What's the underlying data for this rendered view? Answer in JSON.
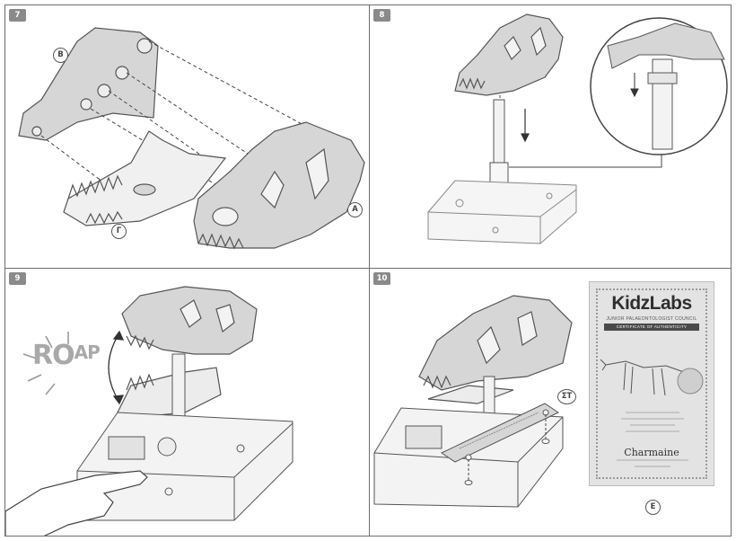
{
  "panels": {
    "p7": {
      "step": "7",
      "callouts": {
        "a": "A",
        "b": "B",
        "g": "Γ"
      }
    },
    "p8": {
      "step": "8"
    },
    "p9": {
      "step": "9",
      "sound": {
        "big": "RO",
        "small": "AP"
      }
    },
    "p10": {
      "step": "10",
      "callouts": {
        "st": "ΣΤ",
        "e": "E"
      },
      "certificate": {
        "brand": "KidzLabs",
        "subtitle": "JUNIOR PALAEONTOLOGIST COUNCIL",
        "banner": "CERTIFICATE OF AUTHENTICITY",
        "name": "Charmaine"
      }
    }
  },
  "colors": {
    "line": "#555555",
    "fill_skull": "#d6d6d6",
    "fill_light": "#efefef",
    "step_badge": "#8a8a8a"
  }
}
